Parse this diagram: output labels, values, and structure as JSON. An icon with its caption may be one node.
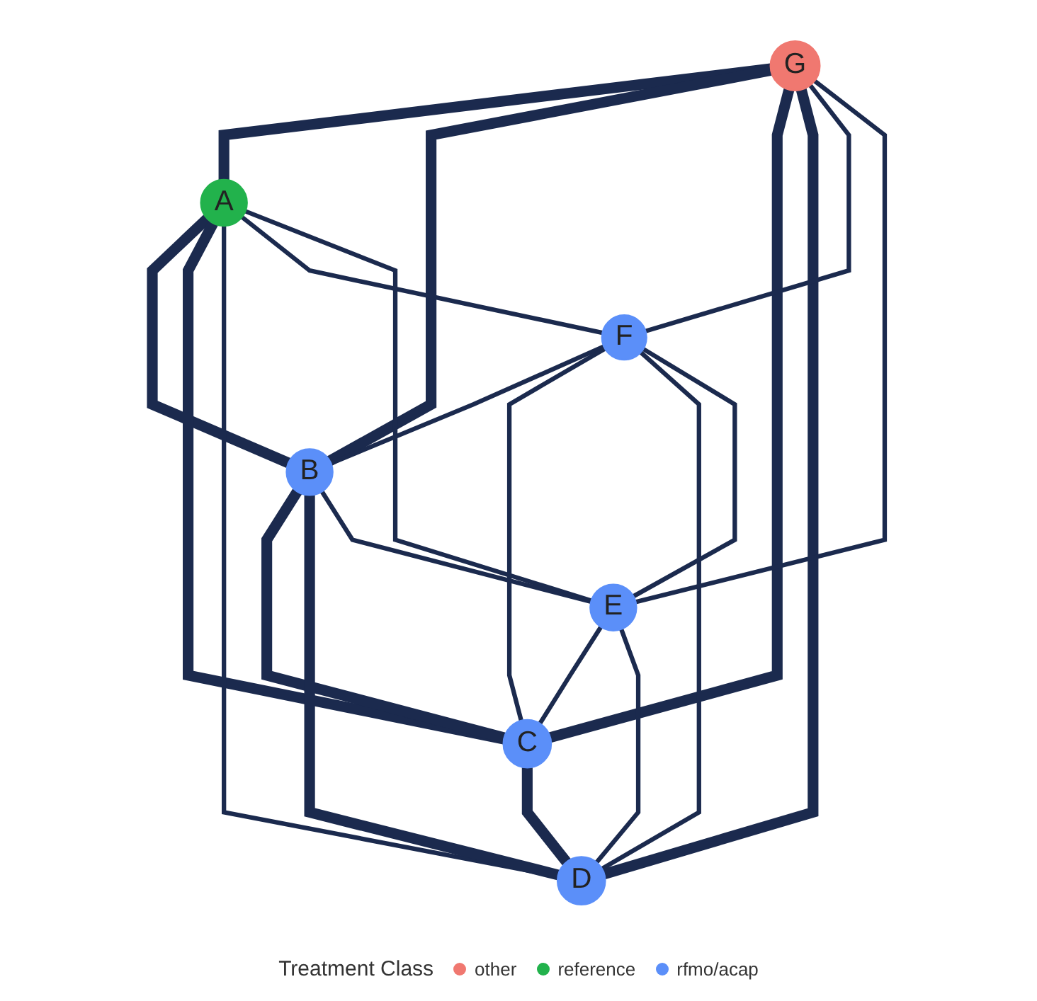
{
  "diagram": {
    "nodes": [
      {
        "text": [
          "G"
        ]
      },
      {
        "text": [
          "A"
        ]
      },
      {
        "text": [
          "F"
        ]
      },
      {
        "text": [
          "B"
        ]
      },
      {
        "text": [
          "E"
        ]
      },
      {
        "text": [
          "C"
        ]
      },
      {
        "text": [
          "D"
        ]
      }
    ],
    "edges": [
      {
        "from": 0,
        "to": 1,
        "arrow": "none",
        "style": "thick"
      },
      {
        "from": 0,
        "to": 3,
        "arrow": "none",
        "style": "thick"
      },
      {
        "from": 0,
        "to": 5,
        "arrow": "none",
        "style": "thick"
      },
      {
        "from": 0,
        "to": 6,
        "arrow": "none",
        "style": "thick"
      },
      {
        "from": 0,
        "to": 2,
        "arrow": "none"
      },
      {
        "from": 0,
        "to": 4,
        "arrow": "none"
      },
      {
        "from": 1,
        "to": 3,
        "arrow": "none",
        "style": "thick"
      },
      {
        "from": 1,
        "to": 5,
        "arrow": "none",
        "style": "thick"
      },
      {
        "from": 1,
        "to": 6,
        "arrow": "none"
      },
      {
        "from": 1,
        "to": 2,
        "arrow": "none"
      },
      {
        "from": 1,
        "to": 4,
        "arrow": "none"
      },
      {
        "from": 2,
        "to": 3,
        "arrow": "none"
      },
      {
        "from": 2,
        "to": 5,
        "arrow": "none"
      },
      {
        "from": 2,
        "to": 6,
        "arrow": "none"
      },
      {
        "from": 2,
        "to": 4,
        "arrow": "none"
      },
      {
        "from": 3,
        "to": 5,
        "arrow": "none",
        "style": "thick"
      },
      {
        "from": 3,
        "to": 6,
        "arrow": "none",
        "style": "thick"
      },
      {
        "from": 3,
        "to": 4,
        "arrow": "none"
      },
      {
        "from": 4,
        "to": 5,
        "arrow": "none"
      },
      {
        "from": 4,
        "to": 6,
        "arrow": "none"
      },
      {
        "from": 5,
        "to": 6,
        "arrow": "none",
        "style": "thick"
      }
    ],
    "labels": [
      "Treatment Class"
    ],
    "legend": [
      {
        "text": "other",
        "color": "#f07870"
      },
      {
        "text": "reference",
        "color": "#22b24c"
      },
      {
        "text": "rfmo/acap",
        "color": "#5b8ff9"
      }
    ]
  }
}
